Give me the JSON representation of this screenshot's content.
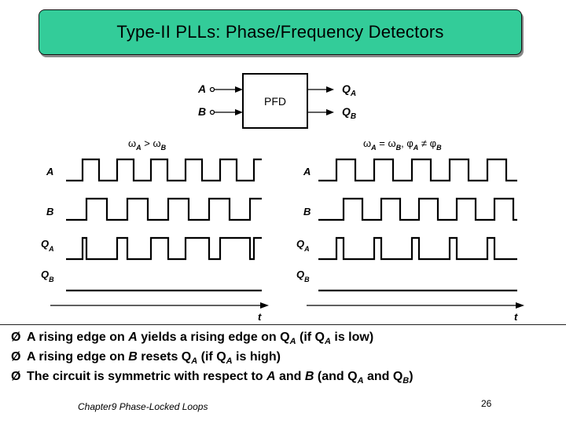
{
  "title": "Type-II PLLs: Phase/Frequency Detectors",
  "block": {
    "label": "PFD",
    "inputs": [
      "A",
      "B"
    ],
    "outputs": [
      {
        "main": "Q",
        "sub": "A"
      },
      {
        "main": "Q",
        "sub": "B"
      }
    ]
  },
  "panels": [
    {
      "condition": {
        "parts": [
          "ω",
          "A",
          " > ω",
          "B"
        ]
      },
      "signal_labels": [
        {
          "main": "A",
          "sub": ""
        },
        {
          "main": "B",
          "sub": ""
        },
        {
          "main": "Q",
          "sub": "A"
        },
        {
          "main": "Q",
          "sub": "B"
        }
      ],
      "time_label": "t"
    },
    {
      "condition": {
        "parts": [
          "ω",
          "A",
          " = ω",
          "B",
          ", φ",
          "A",
          " ≠ φ",
          "B"
        ]
      },
      "signal_labels": [
        {
          "main": "A",
          "sub": ""
        },
        {
          "main": "B",
          "sub": ""
        },
        {
          "main": "Q",
          "sub": "A"
        },
        {
          "main": "Q",
          "sub": "B"
        }
      ],
      "time_label": "t"
    }
  ],
  "bullets": [
    {
      "arrow": "Ø",
      "segments": [
        {
          "t": "A rising edge on ",
          "i": false
        },
        {
          "t": "A",
          "i": true
        },
        {
          "t": " yields a rising edge on Q",
          "i": false
        },
        {
          "t": "A",
          "i": true,
          "sub": true
        },
        {
          "t": " (if Q",
          "i": false
        },
        {
          "t": "A",
          "i": true,
          "sub": true
        },
        {
          "t": " is low)",
          "i": false
        }
      ]
    },
    {
      "arrow": "Ø",
      "segments": [
        {
          "t": "A rising edge on ",
          "i": false
        },
        {
          "t": "B",
          "i": true
        },
        {
          "t": " resets Q",
          "i": false
        },
        {
          "t": "A",
          "i": true,
          "sub": true
        },
        {
          "t": " (if Q",
          "i": false
        },
        {
          "t": "A",
          "i": true,
          "sub": true
        },
        {
          "t": " is high)",
          "i": false
        }
      ]
    },
    {
      "arrow": "Ø",
      "segments": [
        {
          "t": "The circuit is symmetric with respect to ",
          "i": false
        },
        {
          "t": "A",
          "i": true
        },
        {
          "t": " and ",
          "i": false
        },
        {
          "t": "B",
          "i": true
        },
        {
          "t": " (and Q",
          "i": false
        },
        {
          "t": "A",
          "i": true,
          "sub": true
        },
        {
          "t": " and Q",
          "i": false
        },
        {
          "t": "B",
          "i": true,
          "sub": true
        },
        {
          "t": ")",
          "i": false
        }
      ]
    }
  ],
  "footer": "Chapter9 Phase-Locked Loops",
  "page_number": "26"
}
